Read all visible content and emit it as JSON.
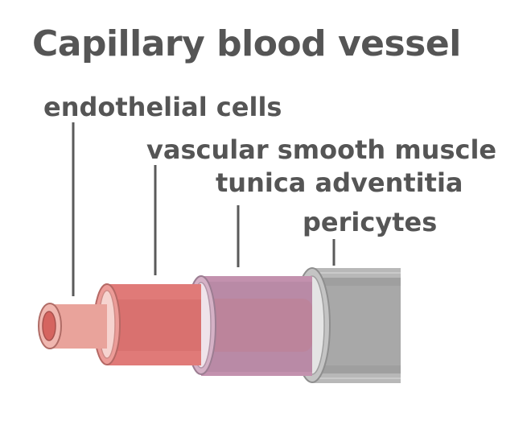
{
  "title": "Capillary blood vessel",
  "labels": {
    "endothelial": "endothelial cells",
    "vascular_smooth_muscle": "vascular smooth muscle",
    "tunica_adventitia": "tunica adventitia",
    "pericytes": "pericytes"
  },
  "colors": {
    "text": "#555555",
    "leader": "#5a5a5a",
    "endothelial": "#e9a39b",
    "smooth_muscle": "#e07a78",
    "adventitia": "#c391ae",
    "pericytes": "#b8b8b8"
  }
}
